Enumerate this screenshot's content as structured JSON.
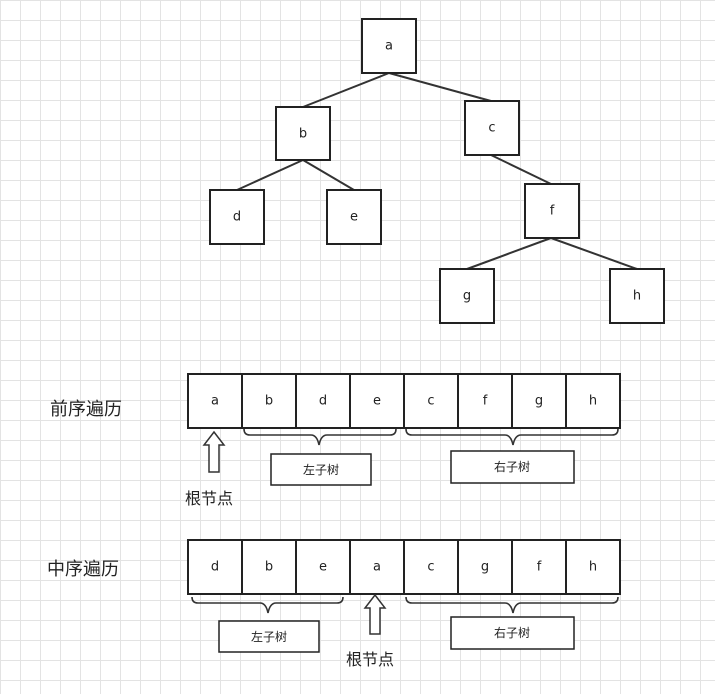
{
  "tree": {
    "nodes": [
      {
        "id": "a",
        "label": "a"
      },
      {
        "id": "b",
        "label": "b"
      },
      {
        "id": "c",
        "label": "c"
      },
      {
        "id": "d",
        "label": "d"
      },
      {
        "id": "e",
        "label": "e"
      },
      {
        "id": "f",
        "label": "f"
      },
      {
        "id": "g",
        "label": "g"
      },
      {
        "id": "h",
        "label": "h"
      }
    ],
    "edges": [
      [
        "a",
        "b"
      ],
      [
        "a",
        "c"
      ],
      [
        "b",
        "d"
      ],
      [
        "b",
        "e"
      ],
      [
        "c",
        "f"
      ],
      [
        "f",
        "g"
      ],
      [
        "f",
        "h"
      ]
    ]
  },
  "preorder": {
    "title": "前序遍历",
    "sequence": [
      "a",
      "b",
      "d",
      "e",
      "c",
      "f",
      "g",
      "h"
    ],
    "root_label": "根节点",
    "left_label": "左子树",
    "right_label": "右子树"
  },
  "inorder": {
    "title": "中序遍历",
    "sequence": [
      "d",
      "b",
      "e",
      "a",
      "c",
      "g",
      "f",
      "h"
    ],
    "root_label": "根节点",
    "left_label": "左子树",
    "right_label": "右子树"
  }
}
